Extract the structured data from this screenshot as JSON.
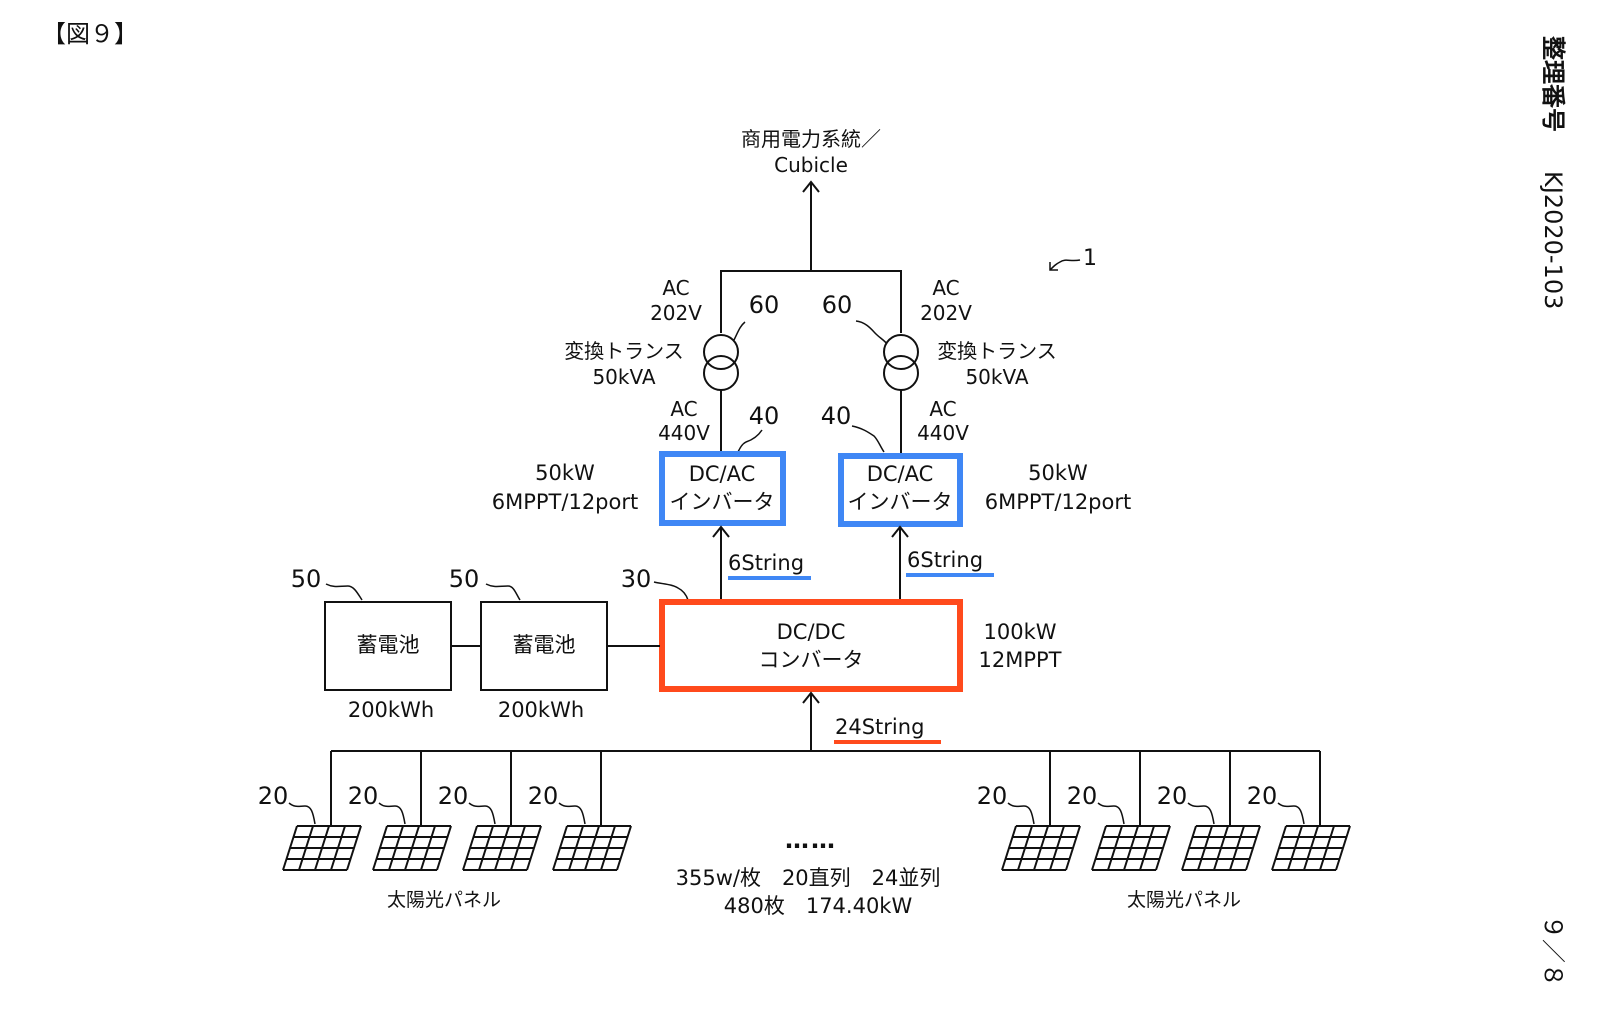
{
  "figure_label": "【図９】",
  "side": {
    "ref_label": "整理番号",
    "ref_number": "KJ2020-103",
    "page": "９／８"
  },
  "colors": {
    "inverter_highlight": "#3f87f5",
    "converter_highlight": "#ff4a1c",
    "line": "#111111"
  },
  "diagram": {
    "system_ref": "1",
    "grid": {
      "line1": "商用電力系統／",
      "line2": "Cubicle"
    },
    "transformers": [
      {
        "ref": "60",
        "ac_high_1": "AC",
        "ac_high_2": "202V",
        "name": "変換トランス",
        "rating": "50kVA",
        "ac_low_1": "AC",
        "ac_low_2": "440V"
      },
      {
        "ref": "60",
        "ac_high_1": "AC",
        "ac_high_2": "202V",
        "name": "変換トランス",
        "rating": "50kVA",
        "ac_low_1": "AC",
        "ac_low_2": "440V"
      }
    ],
    "inverters": [
      {
        "ref": "40",
        "line1": "DC/AC",
        "line2": "インバータ",
        "spec1": "50kW",
        "spec2": "6MPPT/12port",
        "strings": "6String"
      },
      {
        "ref": "40",
        "line1": "DC/AC",
        "line2": "インバータ",
        "spec1": "50kW",
        "spec2": "6MPPT/12port",
        "strings": "6String"
      }
    ],
    "converter": {
      "ref": "30",
      "line1": "DC/DC",
      "line2": "コンバータ",
      "spec1": "100kW",
      "spec2": "12MPPT",
      "strings": "24String"
    },
    "batteries": [
      {
        "ref": "50",
        "name": "蓄電池",
        "capacity": "200kWh"
      },
      {
        "ref": "50",
        "name": "蓄電池",
        "capacity": "200kWh"
      }
    ],
    "panels": {
      "ref": "20",
      "left_label": "太陽光パネル",
      "right_label": "太陽光パネル",
      "ellipsis": "……",
      "spec_line1": "355w/枚　20直列　24並列",
      "spec_line2": "480枚　174.40kW"
    }
  }
}
